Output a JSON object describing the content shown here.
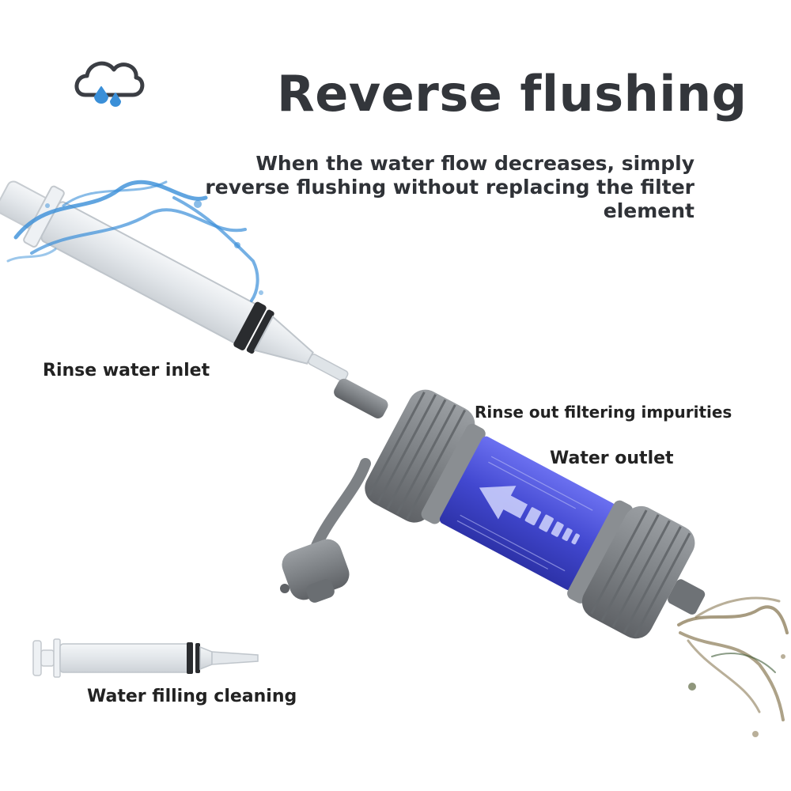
{
  "header": {
    "title": "Reverse flushing",
    "subtitle": "When the water flow decreases, simply reverse flushing without replacing the filter element",
    "logo_icon": "cloud-rain-icon"
  },
  "labels": {
    "rinse_inlet": "Rinse water inlet",
    "rinse_out": "Rinse out filtering impurities",
    "water_outlet": "Water outlet",
    "filling_cleaning": "Water filling cleaning"
  },
  "colors": {
    "title_text": "#33363b",
    "filter_body": "#4a52d6",
    "cap_gray": "#7a7d80",
    "water_blue": "#3a8fd8",
    "dirty_water": "#8a7a55"
  }
}
